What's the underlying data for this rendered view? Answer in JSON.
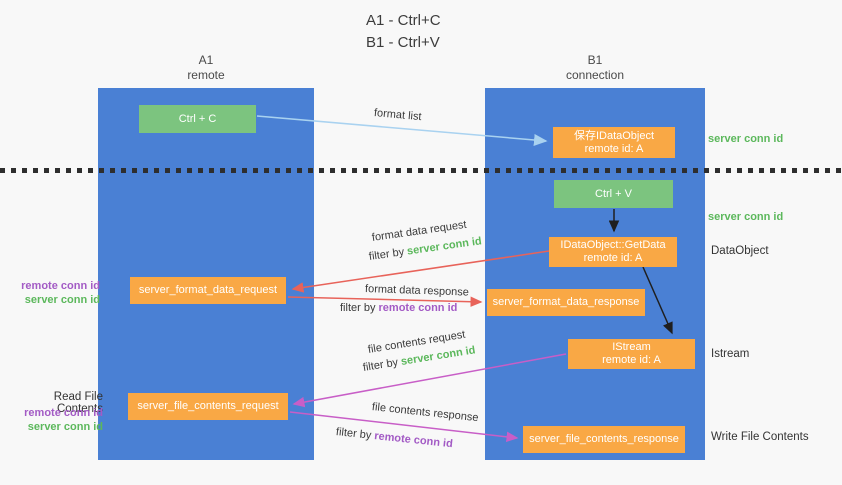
{
  "title": {
    "line1": "A1 - Ctrl+C",
    "line2": "B1 - Ctrl+V"
  },
  "columns": {
    "left": {
      "name": "A1",
      "subtitle": "remote"
    },
    "right": {
      "name": "B1",
      "subtitle": "connection"
    }
  },
  "boxes": {
    "ctrl_c": {
      "label": "Ctrl + C"
    },
    "save_dataobject": {
      "line1": "保存IDataObject",
      "line2": "remote id: A"
    },
    "ctrl_v": {
      "label": "Ctrl + V"
    },
    "getdata": {
      "line1": "IDataObject::GetData",
      "line2": "remote id: A"
    },
    "format_request": {
      "label": "server_format_data_request"
    },
    "format_response": {
      "label": "server_format_data_response"
    },
    "istream": {
      "line1": "IStream",
      "line2": "remote id: A"
    },
    "file_request": {
      "label": "server_file_contents_request"
    },
    "file_response": {
      "label": "server_file_contents_response"
    }
  },
  "arrows": {
    "format_list": {
      "label": "format list"
    },
    "format_data_request": {
      "label": "format data request",
      "filter_prefix": "filter by ",
      "filter_key": "server conn id"
    },
    "format_data_response": {
      "label": "format data response",
      "filter_prefix": "filter by ",
      "filter_key": "remote conn id"
    },
    "file_contents_request": {
      "label": "file contents request",
      "filter_prefix": "filter by ",
      "filter_key": "server conn id"
    },
    "file_contents_response": {
      "label": "file contents response",
      "filter_prefix": "filter by ",
      "filter_key": "remote conn id"
    }
  },
  "annotations": {
    "server_conn_id_top": "server conn id",
    "server_conn_id_mid": "server conn id",
    "dataobject": "DataObject",
    "istream": "Istream",
    "write_file_contents": "Write File Contents",
    "read_file_contents": "Read File Contents",
    "left_group1": {
      "remote": "remote conn id",
      "server": "server conn id"
    },
    "left_group2": {
      "remote": "remote conn id",
      "server": "server conn id"
    }
  },
  "colors": {
    "background": "#f8f8f8",
    "column_blue": "#4a80d4",
    "box_green": "#7cc47f",
    "box_orange": "#f9a845",
    "text_green": "#5cb85c",
    "text_purple": "#a35bc5",
    "arrow_lightblue": "#a9d2f0",
    "arrow_red": "#e8635a",
    "arrow_magenta": "#c85ec7",
    "arrow_black": "#1f1f1f"
  }
}
